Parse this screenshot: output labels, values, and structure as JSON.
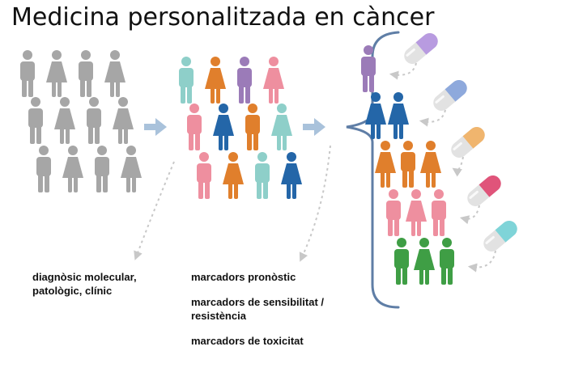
{
  "title": "Medicina personalitzada en càncer",
  "labels": {
    "diagnostic": [
      "diagnòsic molecular,",
      "patològic, clínic"
    ],
    "markers": {
      "prognostic": "marcadors pronòstic",
      "sensitivity": [
        "marcadors de sensibilitat /",
        "resistència"
      ],
      "toxicity": "marcadors de toxicitat"
    }
  },
  "colors": {
    "gray": "#a6a6a6",
    "teal": "#8ecfc9",
    "orange": "#e07f2c",
    "purple": "#9b7bb8",
    "pink": "#ee8f9f",
    "blue": "#2466a8",
    "green": "#3f9e45",
    "arrow": "#a9c2db",
    "bracket": "#5f7ea6",
    "dotted": "#c8c8c8"
  },
  "icons": {
    "person": "person-icon",
    "capsule": "capsule-icon",
    "arrow": "arrow-right-icon",
    "bracket": "curly-brace-icon"
  },
  "groups": {
    "unstratified": {
      "color": "gray",
      "people": [
        {
          "sex": "m"
        },
        {
          "sex": "f"
        },
        {
          "sex": "m"
        },
        {
          "sex": "f"
        },
        {
          "sex": "m"
        },
        {
          "sex": "f"
        },
        {
          "sex": "m"
        },
        {
          "sex": "f"
        },
        {
          "sex": "m"
        },
        {
          "sex": "f"
        },
        {
          "sex": "m"
        },
        {
          "sex": "f"
        }
      ]
    },
    "mixed": {
      "people": [
        {
          "sex": "m",
          "color": "teal"
        },
        {
          "sex": "f",
          "color": "orange"
        },
        {
          "sex": "m",
          "color": "purple"
        },
        {
          "sex": "f",
          "color": "pink"
        },
        {
          "sex": "m",
          "color": "pink"
        },
        {
          "sex": "f",
          "color": "blue"
        },
        {
          "sex": "m",
          "color": "orange"
        },
        {
          "sex": "f",
          "color": "teal"
        },
        {
          "sex": "m",
          "color": "pink"
        },
        {
          "sex": "f",
          "color": "orange"
        },
        {
          "sex": "m",
          "color": "teal"
        },
        {
          "sex": "f",
          "color": "blue"
        }
      ]
    },
    "stratified": [
      {
        "color": "purple",
        "capsule": "#b89be0",
        "people": [
          "m"
        ]
      },
      {
        "color": "blue",
        "capsule": "#8ea9dc",
        "people": [
          "f",
          "f"
        ]
      },
      {
        "color": "orange",
        "capsule": "#f0b56e",
        "people": [
          "f",
          "m",
          "f"
        ]
      },
      {
        "color": "pink",
        "capsule": "#e0547a",
        "people": [
          "m",
          "f",
          "m"
        ]
      },
      {
        "color": "green",
        "capsule": "#7fd4d8",
        "people": [
          "m",
          "f",
          "m"
        ]
      }
    ]
  }
}
